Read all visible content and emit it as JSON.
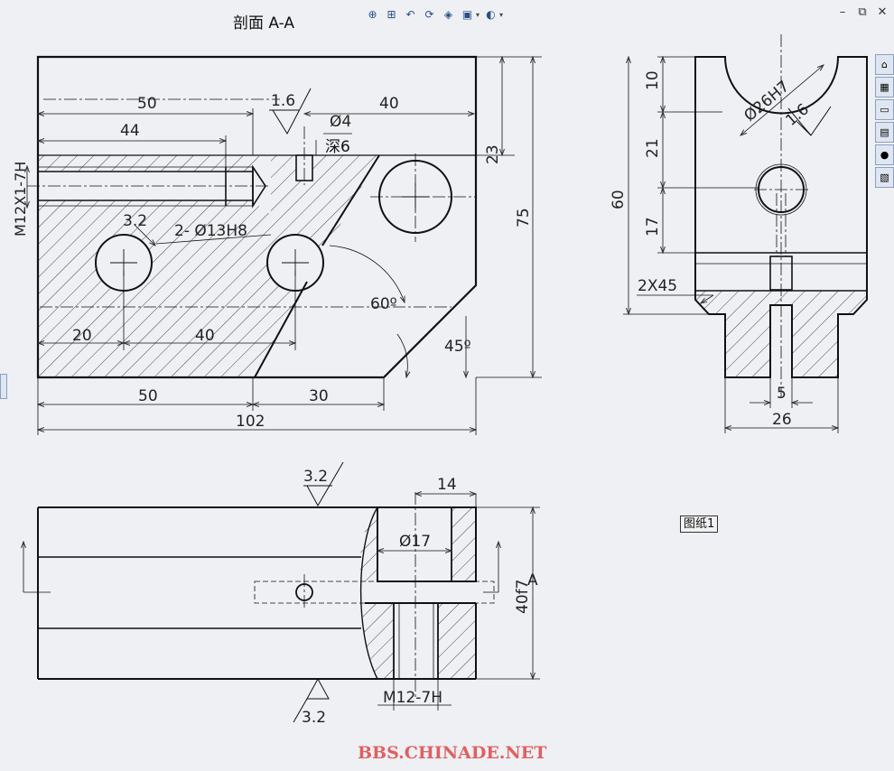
{
  "section_title": "剖面 A-A",
  "toolbar": {
    "icons": [
      "zoom-to-fit-icon",
      "zoom-area-icon",
      "previous-view-icon",
      "rebuild-icon",
      "3d-view-icon",
      "display-style-icon",
      "hide-show-icon"
    ]
  },
  "window_controls": {
    "minimize": "–",
    "restore": "⧉",
    "close": "✕"
  },
  "task_pane": [
    "home-icon",
    "design-library-icon",
    "file-explorer-icon",
    "view-palette-icon",
    "appearances-icon",
    "custom-properties-icon"
  ],
  "sheet_tab": "图纸1",
  "watermark": "BBS.CHINADE.NET",
  "section_view": {
    "dims": {
      "d50_top": "50",
      "d40_top": "40",
      "d44": "44",
      "d16": "1.6",
      "d4": "Ø4",
      "deep6": "深6",
      "thread": "M12X1-7H",
      "d23": "23",
      "d75": "75",
      "d32": "3.2",
      "holes": "2- Ø13H8",
      "ang60": "60º",
      "d20": "20",
      "d40_bot": "40",
      "ang45": "45º",
      "d50_bot": "50",
      "d30": "30",
      "d102": "102"
    }
  },
  "side_view": {
    "dims": {
      "d10": "10",
      "d21": "21",
      "d17": "17",
      "d60": "60",
      "bore": "Ø26H7",
      "rough": "1.6",
      "chamfer": "2X45",
      "d5": "5",
      "d26": "26"
    }
  },
  "plan_view": {
    "dims": {
      "rough_top": "3.2",
      "rough_bot": "3.2",
      "d14": "14",
      "d17": "Ø17",
      "d40f7": "40f7",
      "m12": "M12-7H",
      "section_label": "A"
    }
  }
}
